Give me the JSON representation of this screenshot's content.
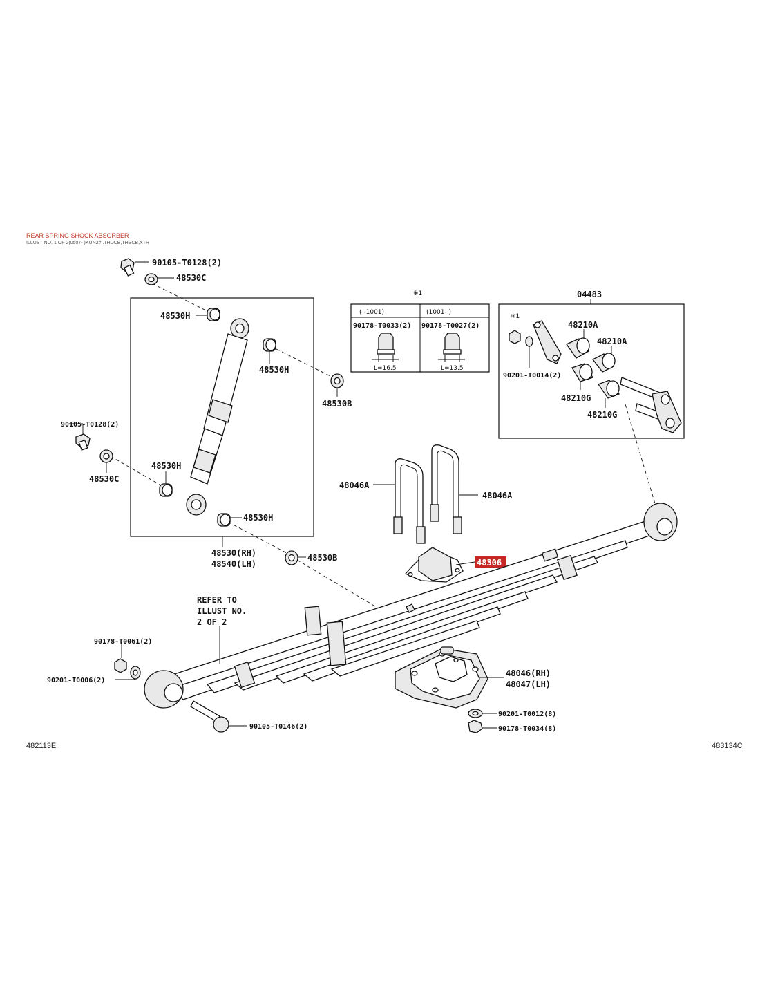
{
  "header": {
    "title": "REAR SPRING SHOCK ABSORBER",
    "subtitle": "ILLUST NO. 1 OF 2(0507- )KUN2#..THDCB,THSCB,XTR"
  },
  "footer": {
    "left_code": "482113E",
    "right_code": "483134C"
  },
  "colors": {
    "highlight": "#c62828",
    "title": "#c0392b",
    "ink": "#111111"
  },
  "labels": {
    "p90105_t0128_top": "90105-T0128(2)",
    "p48530c_top": "48530C",
    "p48530h_1": "48530H",
    "p48530h_2": "48530H",
    "p48530b_1": "48530B",
    "p90105_t0128_left": "90105-T0128(2)",
    "p48530c_left": "48530C",
    "p48530h_3": "48530H",
    "p48530h_4": "48530H",
    "p48530_rh": "48530(RH)",
    "p48540_lh": "48540(LH)",
    "p48530b_2": "48530B",
    "p48046a_left": "48046A",
    "p48046a_right": "48046A",
    "p48306": "48306",
    "refer_1": "REFER TO",
    "refer_2": "ILLUST NO.",
    "refer_3": "2 OF 2",
    "p90178_t0061": "90178-T0061(2)",
    "p90201_t0006": "90201-T0006(2)",
    "p90105_t0146": "90105-T0146(2)",
    "p48046_rh": "48046(RH)",
    "p48047_lh": "48047(LH)",
    "p90201_t0012": "90201-T0012(8)",
    "p90178_t0034": "90178-T0034(8)",
    "p04483": "04483",
    "note_mark_kit": "※1",
    "p48210a_1": "48210A",
    "p48210a_2": "48210A",
    "p90201_t0014": "90201-T0014(2)",
    "p48210g_1": "48210G",
    "p48210g_2": "48210G"
  },
  "nut_table": {
    "note_mark": "※1",
    "col1_header": "(    -1001)",
    "col2_header": "(1001-    )",
    "col1_part": "90178-T0033(2)",
    "col2_part": "90178-T0027(2)",
    "col1_length": "L=16.5",
    "col2_length": "L=13.5"
  }
}
